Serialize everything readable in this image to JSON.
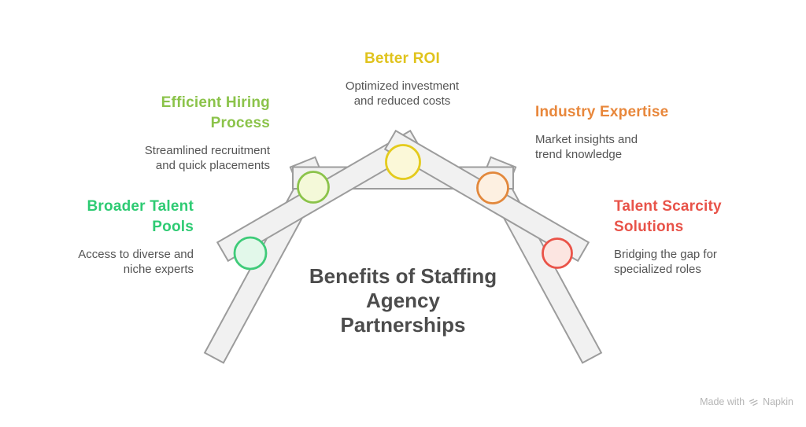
{
  "diagram": {
    "center_title": "Benefits of Staffing\nAgency\nPartnerships",
    "title_color": "#4c4c4c",
    "text_color": "#545454",
    "beam_fill": "#f1f1f1",
    "beam_stroke": "#9c9c9c",
    "items": [
      {
        "id": "broader-talent-pools",
        "label": "Broader Talent\nPools",
        "description": "Access to diverse and\nniche experts",
        "color": "#2ecb73",
        "circle_fill": "#e2f8ea",
        "circle_stroke": "#3fcb79"
      },
      {
        "id": "efficient-hiring-process",
        "label": "Efficient Hiring\nProcess",
        "description": "Streamlined recruitment\nand quick placements",
        "color": "#8bc34a",
        "circle_fill": "#f4f9d9",
        "circle_stroke": "#8bc34a"
      },
      {
        "id": "better-roi",
        "label": "Better ROI",
        "description": "Optimized investment\nand reduced costs",
        "color": "#e0c31d",
        "circle_fill": "#fbf8d8",
        "circle_stroke": "#e4cb1d"
      },
      {
        "id": "industry-expertise",
        "label": "Industry Expertise",
        "description": "Market insights and\ntrend knowledge",
        "color": "#e8873b",
        "circle_fill": "#fdf0e1",
        "circle_stroke": "#e2883c"
      },
      {
        "id": "talent-scarcity-solutions",
        "label": "Talent Scarcity\nSolutions",
        "description": "Bridging the gap for\nspecialized roles",
        "color": "#e85349",
        "circle_fill": "#fce5e1",
        "circle_stroke": "#ea5348"
      }
    ]
  },
  "watermark": {
    "text_prefix": "Made with",
    "brand": "Napkin"
  }
}
